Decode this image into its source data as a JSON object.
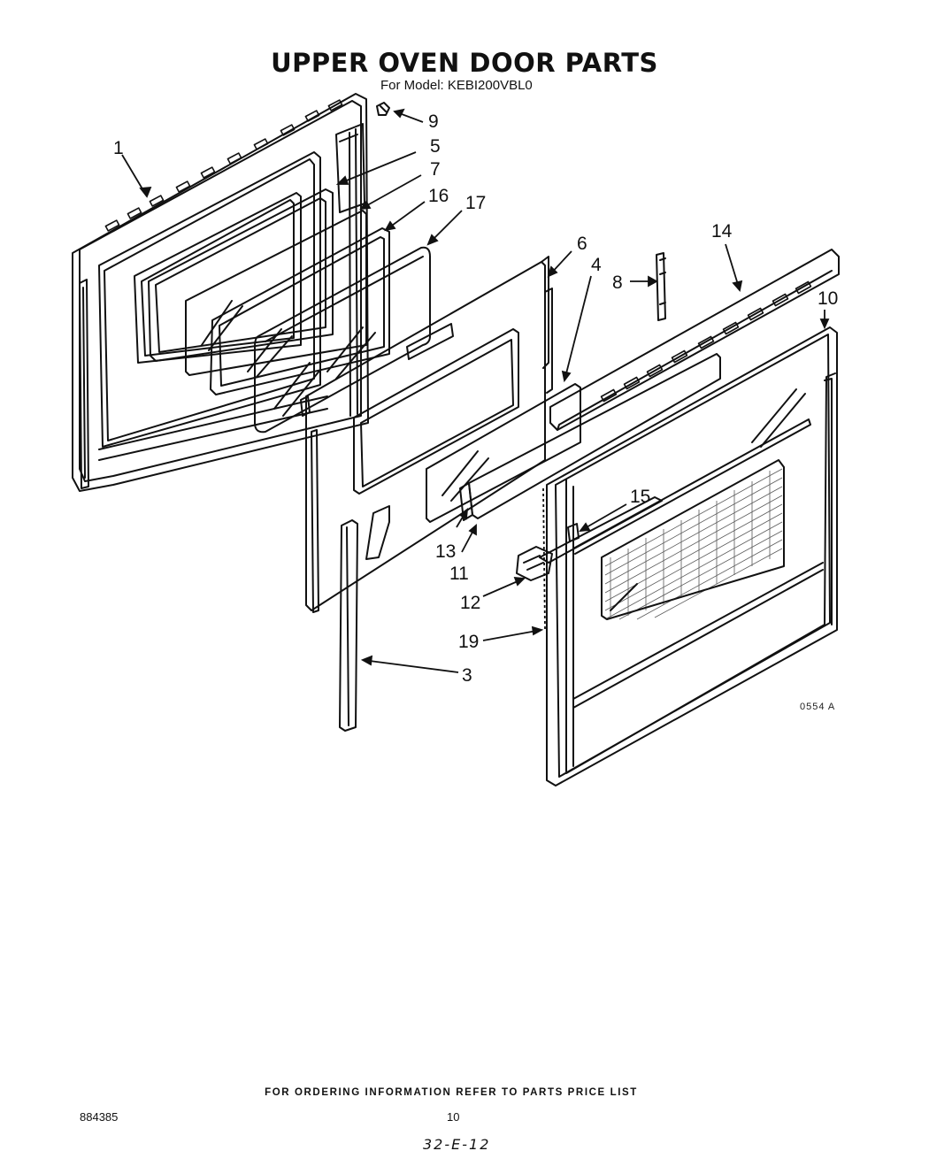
{
  "header": {
    "title": "UPPER OVEN DOOR PARTS",
    "model_line": "For Model: KEBI200VBL0"
  },
  "callouts": {
    "c1": "1",
    "c3": "3",
    "c4": "4",
    "c5": "5",
    "c6": "6",
    "c7": "7",
    "c8": "8",
    "c9": "9",
    "c10": "10",
    "c11": "11",
    "c12": "12",
    "c13": "13",
    "c14": "14",
    "c15": "15",
    "c16": "16",
    "c17": "17",
    "c19": "19"
  },
  "diagram_code": "0554 A",
  "footer": {
    "ordering_note": "FOR ORDERING INFORMATION REFER TO PARTS PRICE LIST",
    "doc_number": "884385",
    "page_number": "10",
    "handwritten": "32-E-12"
  }
}
